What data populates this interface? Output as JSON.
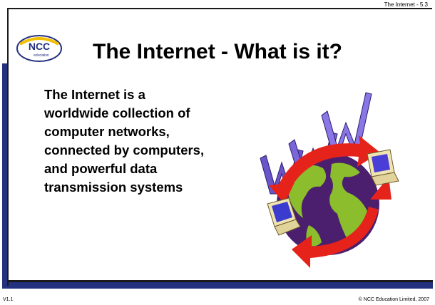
{
  "header": {
    "tag": "The Internet  - 5.3"
  },
  "logo": {
    "text": "NCC",
    "subtext": "education"
  },
  "slide": {
    "title": "The Internet - What is it?",
    "body_lines": [
      "The Internet is a",
      "worldwide collection of",
      "computer networks,",
      "connected by computers,",
      "and powerful data",
      "transmission systems"
    ]
  },
  "footer": {
    "version": "V1.1",
    "copyright": "©   NCC Education Limited, 2007"
  },
  "colors": {
    "brand_blue": "#23317f",
    "globe_purple": "#4b1f6e",
    "land_green": "#8bbd2c",
    "arrow_red": "#e5231b",
    "www_purple": "#6a56c8"
  }
}
